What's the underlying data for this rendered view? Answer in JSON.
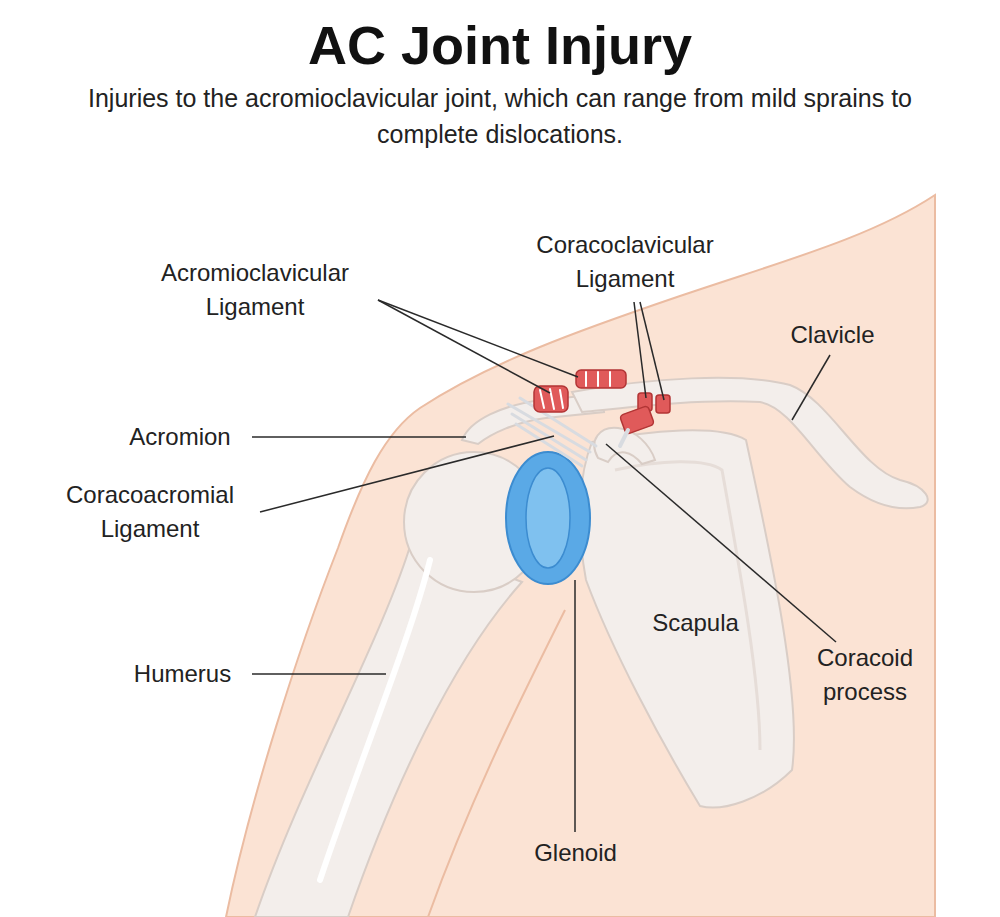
{
  "diagram": {
    "title": "AC Joint Injury",
    "caption": "Injuries to the acromioclavicular joint, which can range from mild sprains to complete dislocations.",
    "labels": [
      "Acromioclavicular Ligament",
      "Coracoclavicular Ligament",
      "Clavicle",
      "Acromion",
      "Coracoacromial Ligament",
      "Humerus",
      "Scapula",
      "Coracoid process",
      "Glenoid"
    ]
  }
}
